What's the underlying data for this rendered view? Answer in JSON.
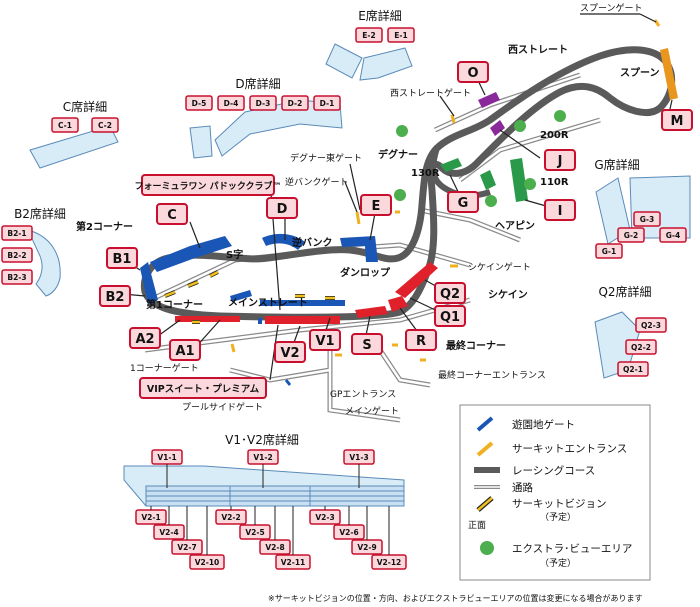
{
  "sections": {
    "e": "E席詳細",
    "d": "D席詳細",
    "c": "C席詳細",
    "b2": "B2席詳細",
    "g": "G席詳細",
    "q2": "Q2席詳細",
    "v": "V1･V2席詳細"
  },
  "stands": {
    "a": "A1",
    "a2": "A2",
    "b1": "B1",
    "b2": "B2",
    "c": "C",
    "d": "D",
    "e": "E",
    "g": "G",
    "i": "I",
    "j": "J",
    "m": "M",
    "o": "O",
    "q1": "Q1",
    "q2": "Q2",
    "r": "R",
    "s": "S",
    "v1": "V1",
    "v2": "V2"
  },
  "blocks": {
    "e1": "E-1",
    "e2": "E-2",
    "d1": "D-1",
    "d2": "D-2",
    "d3": "D-3",
    "d4": "D-4",
    "d5": "D-5",
    "c1": "C-1",
    "c2": "C-2",
    "b21": "B2-1",
    "b22": "B2-2",
    "b23": "B2-3",
    "g1": "G-1",
    "g2": "G-2",
    "g3": "G-3",
    "g4": "G-4",
    "q21": "Q2-1",
    "q22": "Q2-2",
    "q23": "Q2-3",
    "v11": "V1-1",
    "v12": "V1-2",
    "v13": "V1-3",
    "v21": "V2-1",
    "v22": "V2-2",
    "v23": "V2-3",
    "v24": "V2-4",
    "v25": "V2-5",
    "v26": "V2-6",
    "v27": "V2-7",
    "v28": "V2-8",
    "v29": "V2-9",
    "v210": "V2-10",
    "v211": "V2-11",
    "v212": "V2-12"
  },
  "places": {
    "spoon_gate": "スプーンゲート",
    "nishi_straight": "西ストレート",
    "spoon": "スプーン",
    "nishi_gate": "西ストレートゲート",
    "r200": "200R",
    "degner_east": "デグナー東ゲート",
    "degner": "デグナー",
    "r130": "130R",
    "r110": "110R",
    "hairpin": "ヘアピン",
    "gyaku_gate": "逆バンクゲート",
    "corner2": "第2コーナー",
    "s_curve": "S字",
    "gyaku_bank": "逆バンク",
    "dunlop": "ダンロップ",
    "chicane_gate": "シケインゲート",
    "chicane": "シケイン",
    "corner1": "第1コーナー",
    "main_straight": "メインストレート",
    "final_corner": "最終コーナー",
    "gate1": "1コーナーゲート",
    "final_entrance": "最終コーナーエントランス",
    "gp_entrance": "GPエントランス",
    "main_gate": "メインゲート",
    "pool_gate": "プールサイドゲート",
    "formula_club": "フォーミュラワン パドッククラブ™",
    "vip": "VIPスイート・プレミアム"
  },
  "legend": {
    "amusement_gate": "遊園地ゲート",
    "circuit_entrance": "サーキットエントランス",
    "racing_course": "レーシングコース",
    "path": "通路",
    "circuit_vision": "サーキットビジョン",
    "circuit_vision_note": "（予定）",
    "front": "正面",
    "extra_view": "エクストラ･ビューエリア",
    "extra_view_note": "（予定）"
  },
  "footnote": "※サーキットビジョンの位置・方向、およびエクストラビューエリアの位置は変更になる場合があります",
  "colors": {
    "seat_blue": "#1a56b5",
    "seat_red": "#e0202a",
    "seat_green": "#2a9a4a",
    "seat_purple": "#8a2a9a",
    "seat_orange": "#e8961e",
    "label_red": "#c8102e",
    "label_fill": "#fbd8dc",
    "track": "#5a5a5a",
    "extra_view": "#4cae4c",
    "block_fill": "#d8ecf8",
    "block_edge": "#5a8ab8"
  },
  "icons": [
    "amusement-gate-icon",
    "circuit-entrance-icon",
    "racing-course-icon",
    "path-icon",
    "circuit-vision-icon",
    "extra-view-area-icon"
  ]
}
